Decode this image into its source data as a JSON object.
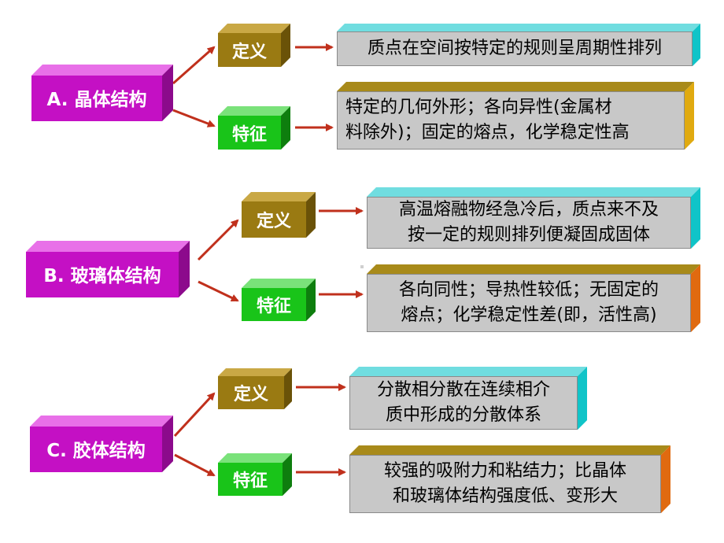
{
  "colors": {
    "category": "#c410c4",
    "definition": "#9a7a12",
    "feature": "#19c419",
    "content_fill": "#c8c8c8",
    "arrow": "#c0301c",
    "edge_gold": "#e0aa10",
    "edge_cyan": "#10c4c8",
    "edge_orange": "#e06a10"
  },
  "groups": [
    {
      "category": "A. 晶体结构",
      "definition_label": "定义",
      "feature_label": "特征",
      "definition_lines": [
        "质点在空间按特定的规则呈周期性排列"
      ],
      "feature_lines": [
        "特定的几何外形；各向异性(金属材",
        "料除外)；固定的熔点，化学稳定性高"
      ]
    },
    {
      "category": "B. 玻璃体结构",
      "definition_label": "定义",
      "feature_label": "特征",
      "definition_lines": [
        "高温熔融物经急冷后，质点来不及",
        "按一定的规则排列便凝固成固体"
      ],
      "feature_lines": [
        "各向同性；导热性较低；无固定的",
        "熔点；化学稳定性差(即，活性高)"
      ]
    },
    {
      "category": "C. 胶体结构",
      "definition_label": "定义",
      "feature_label": "特征",
      "definition_lines": [
        "分散相分散在连续相介",
        "质中形成的分散体系"
      ],
      "feature_lines": [
        "较强的吸附力和粘结力；比晶体",
        "和玻璃体结构强度低、变形大"
      ]
    }
  ]
}
